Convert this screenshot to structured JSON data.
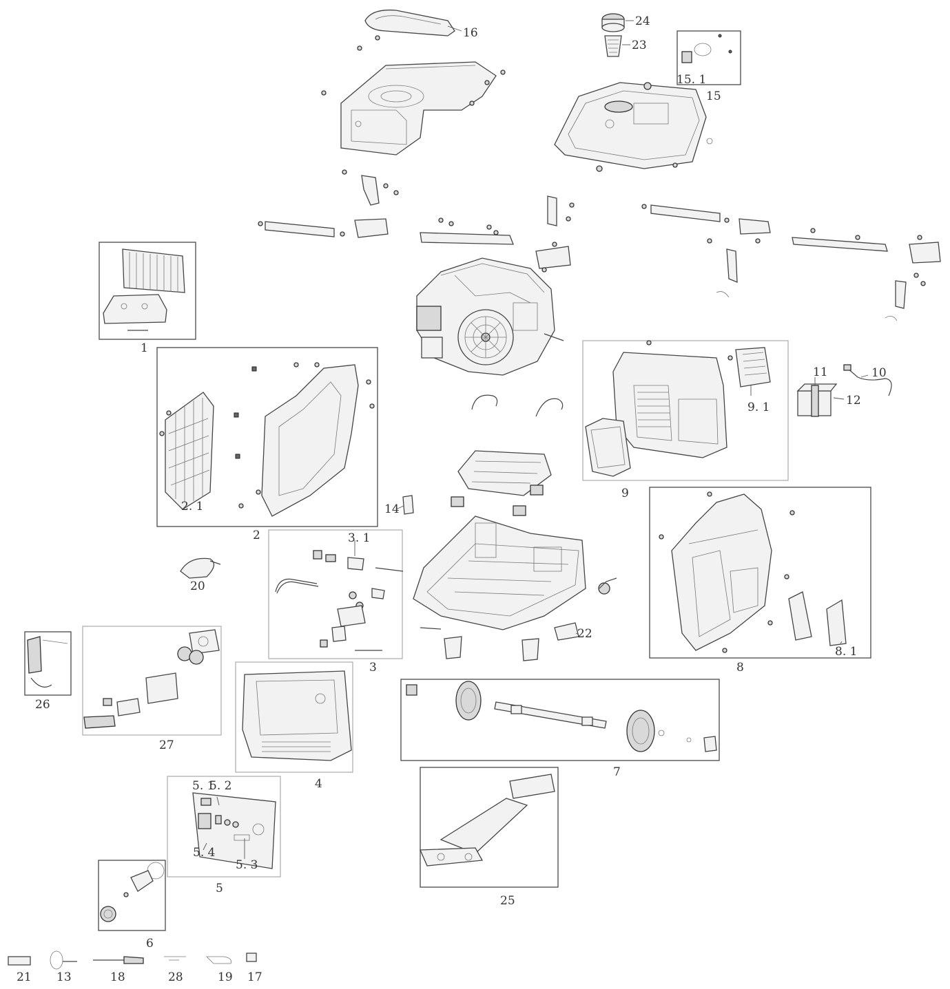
{
  "diagram": {
    "callouts": [
      {
        "id": "c1",
        "text": "1"
      },
      {
        "id": "c2",
        "text": "2"
      },
      {
        "id": "c2_1",
        "text": "2. 1"
      },
      {
        "id": "c3",
        "text": "3"
      },
      {
        "id": "c3_1",
        "text": "3. 1"
      },
      {
        "id": "c4",
        "text": "4"
      },
      {
        "id": "c5",
        "text": "5"
      },
      {
        "id": "c5_1",
        "text": "5. 1"
      },
      {
        "id": "c5_2",
        "text": "5. 2"
      },
      {
        "id": "c5_3",
        "text": "5. 3"
      },
      {
        "id": "c5_4",
        "text": "5. 4"
      },
      {
        "id": "c6",
        "text": "6"
      },
      {
        "id": "c7",
        "text": "7"
      },
      {
        "id": "c8",
        "text": "8"
      },
      {
        "id": "c8_1",
        "text": "8. 1"
      },
      {
        "id": "c9",
        "text": "9"
      },
      {
        "id": "c9_1",
        "text": "9. 1"
      },
      {
        "id": "c10",
        "text": "10"
      },
      {
        "id": "c11",
        "text": "11"
      },
      {
        "id": "c12",
        "text": "12"
      },
      {
        "id": "c13",
        "text": "13"
      },
      {
        "id": "c14",
        "text": "14"
      },
      {
        "id": "c15",
        "text": "15"
      },
      {
        "id": "c15_1",
        "text": "15. 1"
      },
      {
        "id": "c16",
        "text": "16"
      },
      {
        "id": "c17",
        "text": "17"
      },
      {
        "id": "c18",
        "text": "18"
      },
      {
        "id": "c19",
        "text": "19"
      },
      {
        "id": "c20",
        "text": "20"
      },
      {
        "id": "c21",
        "text": "21"
      },
      {
        "id": "c22",
        "text": "22"
      },
      {
        "id": "c23",
        "text": "23"
      },
      {
        "id": "c24",
        "text": "24"
      },
      {
        "id": "c25",
        "text": "25"
      },
      {
        "id": "c26",
        "text": "26"
      },
      {
        "id": "c27",
        "text": "27"
      },
      {
        "id": "c28",
        "text": "28"
      }
    ]
  }
}
